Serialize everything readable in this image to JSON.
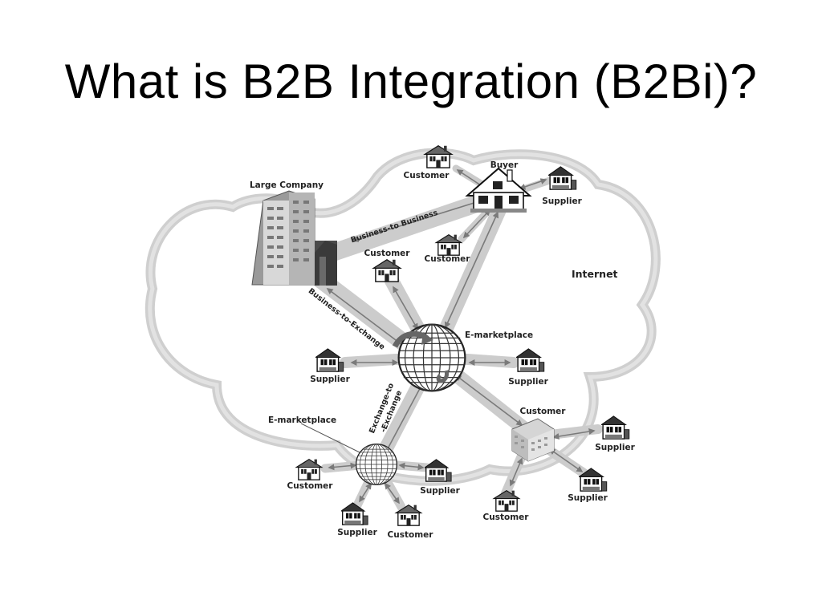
{
  "slide": {
    "title": "What is B2B Integration (B2Bi)?"
  },
  "diagram": {
    "internet_label": "Internet",
    "large_company": "Large Company",
    "buyer": "Buyer",
    "emarketplace_main": "E-marketplace",
    "emarketplace_small": "E-marketplace",
    "customer_hub": "Customer",
    "links": {
      "b2b": "Business-to Business",
      "b2e": "Business-to-Exchange",
      "e2e_line1": "Exchange-to",
      "e2e_line2": "-Exchange"
    },
    "nodes": {
      "customer_top": "Customer",
      "supplier_buyer": "Supplier",
      "customer_buyer_mid": "Customer",
      "customer_left_mid": "Customer",
      "supplier_left": "Supplier",
      "supplier_right": "Supplier",
      "supplier_hub_top": "Supplier",
      "supplier_hub_bottom": "Supplier",
      "customer_hub_bottom": "Customer",
      "customer_small_left": "Customer",
      "supplier_small_right": "Supplier",
      "supplier_small_bottom": "Supplier",
      "customer_small_bottom": "Customer"
    }
  }
}
